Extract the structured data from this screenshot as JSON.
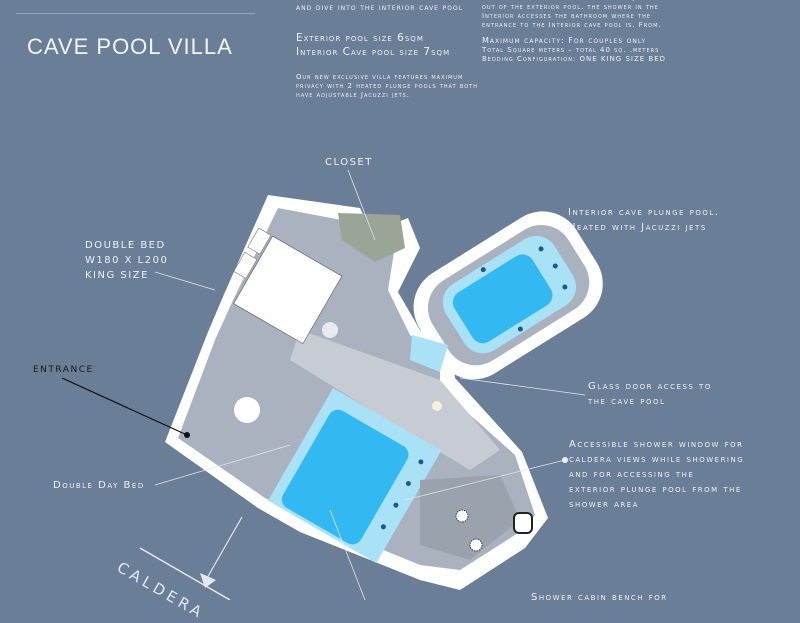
{
  "title": "CAVE POOL VILLA",
  "left_column": {
    "intro_tail": "and dive into the interior cave pool",
    "exterior_pool": "Exterior pool size 6sqm",
    "interior_pool": "Interior Cave pool size 7sqm",
    "description": "Our new exclusive villa features maximum privacy with 2 heated plunge pools that both have adjustable Jacuzzi jets."
  },
  "right_column": {
    "paragraph": "combination with the privacy you can jump in and out of the exterior pool. the shower in the Interior accesses the bathroom where the entrance to the Interior cave pool is. From.",
    "capacity": "Maximum capacity: For couples only",
    "square_meters": "Total Square meters – total 40 sq. .meters",
    "bedding": "Bedding Configuration: ONE KING SIZE BED"
  },
  "labels": {
    "closet": "CLOSET",
    "double_bed": "DOUBLE BED\nW180 X L200\nKING SIZE",
    "entrance": "ENTRANCE",
    "double_day_bed": "Double Day Bed",
    "interior_pool": "Interior cave plunge pool.\nHeated with Jacuzzi jets",
    "glass_door": "Glass door access to\nthe cave pool",
    "shower_window": "Accessible shower window for\ncaldera views while showering\nand for accessing the\nexterior plunge pool from the\nshower area",
    "shower_bench": "Shower cabin bench for",
    "caldera": "CALDERA"
  },
  "colors": {
    "background": "#6b7e97",
    "pool": "#33b9f2",
    "pool_edge": "#a9e2f7",
    "closet": "#9aa597"
  }
}
